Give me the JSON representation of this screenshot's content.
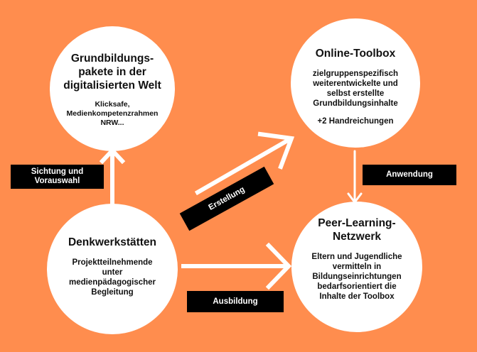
{
  "colors": {
    "background": "#FF8D4E",
    "node": "#FFFFFF",
    "label_bg": "#000000"
  },
  "nodes": {
    "grundbildung": {
      "title": "Grundbildungs-\npakete in der\ndigitalisierten Welt",
      "desc": "Klicksafe,\nMedienkompetenzrahmen\nNRW..."
    },
    "toolbox": {
      "title": "Online-Toolbox",
      "desc": "zielgruppenspezifisch\nweiterentwickelte und\nselbst erstellte\nGrundbildungsinhalte",
      "extra": "+2 Handreichungen"
    },
    "denkwerk": {
      "title": "Denkwerkstätten",
      "desc": "Projektteilnehmende\nunter\nmedienpädagogischer\nBegleitung"
    },
    "peer": {
      "title": "Peer-Learning-\nNetzwerk",
      "desc": "Eltern und Jugendliche\nvermitteln in\nBildungseinrichtungen\nbedarfsorientiert die\nInhalte der Toolbox"
    }
  },
  "labels": {
    "sichtung": "Sichtung und\nVorauswahl",
    "erstellung": "Erstellung",
    "anwendung": "Anwendung",
    "ausbildung": "Ausbildung"
  }
}
